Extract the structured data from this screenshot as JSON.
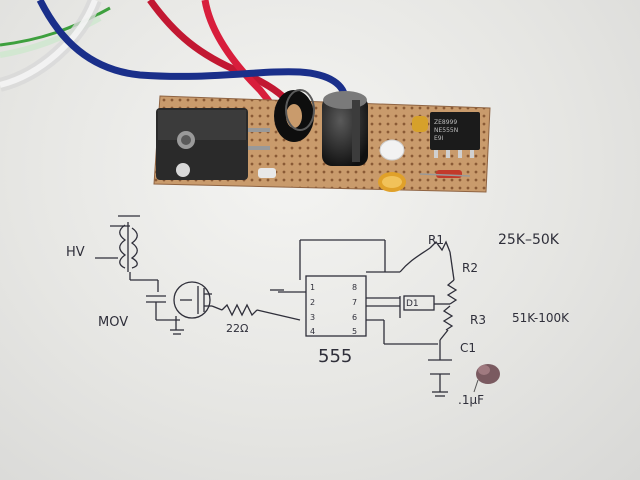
{
  "photo": {
    "schematic_labels": {
      "hv": "HV",
      "mov": "MOV",
      "resistor_22": "22Ω",
      "chip": "555",
      "r1": "R1",
      "r2": "R2",
      "r3": "R3",
      "r2_value": "25K–50K",
      "r3_value": "51K-100K",
      "c1": "C1",
      "c1_value": ".1μF",
      "d1": "D1",
      "pin1": "1",
      "pin2": "2",
      "pin3": "3",
      "pin4": "4",
      "pin5": "5",
      "pin6": "6",
      "pin7": "7",
      "pin8": "8"
    },
    "chip_marking_lines": [
      "ZE8999",
      "NE555N",
      "E9I"
    ],
    "colors": {
      "board": "#c89a6a",
      "wire_red": "#d81e3c",
      "wire_blue": "#1a2f8a",
      "ink": "#2f2f3a"
    }
  }
}
